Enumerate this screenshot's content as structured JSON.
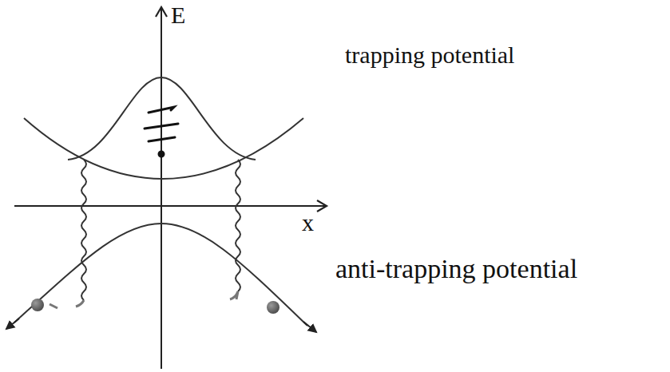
{
  "diagram": {
    "labels": [
      "E",
      "x",
      "trapping potential",
      "anti-trapping potential"
    ]
  }
}
